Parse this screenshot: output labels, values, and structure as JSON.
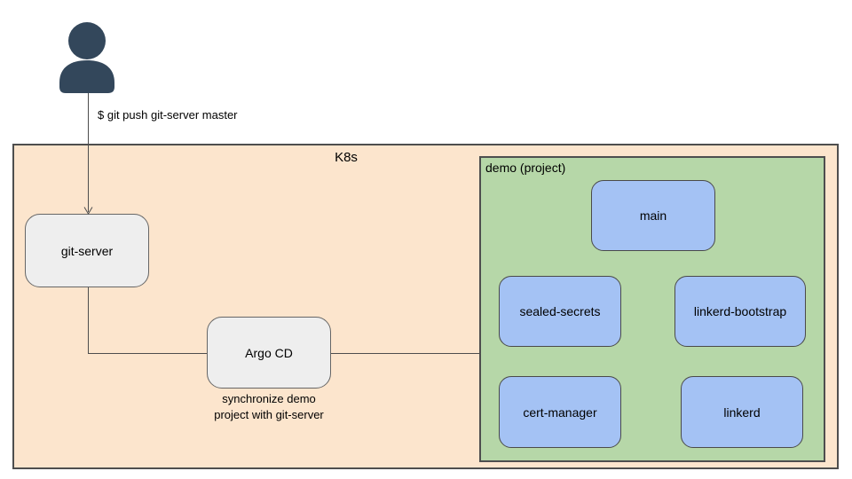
{
  "diagram": {
    "actor": {
      "icon": "person-icon",
      "command_text": "$ git push git-server master"
    },
    "k8s_cluster": {
      "label": "K8s",
      "fill": "#fce5cd"
    },
    "nodes": {
      "git_server": {
        "label": "git-server",
        "fill": "#eeeeee"
      },
      "argo_cd": {
        "label": "Argo CD",
        "fill": "#eeeeee",
        "caption": "synchronize demo\nproject with git-server"
      }
    },
    "demo_project": {
      "label": "demo (project)",
      "fill": "#b6d7a8",
      "app_fill": "#a4c2f4",
      "apps": [
        {
          "label": "main"
        },
        {
          "label": "sealed-secrets"
        },
        {
          "label": "linkerd-bootstrap"
        },
        {
          "label": "cert-manager"
        },
        {
          "label": "linkerd"
        }
      ]
    },
    "connectors": [
      {
        "name": "actor-to-git-server-arrow",
        "style": "arrow"
      },
      {
        "name": "git-server-to-argo-cd-connector",
        "style": "plain"
      },
      {
        "name": "argo-cd-to-demo-project-connector",
        "style": "plain"
      }
    ],
    "colors": {
      "actor": "#33475b",
      "connector": "#4d4d4d",
      "container_border": "#4e4e4e",
      "node_border": "#666666"
    }
  }
}
